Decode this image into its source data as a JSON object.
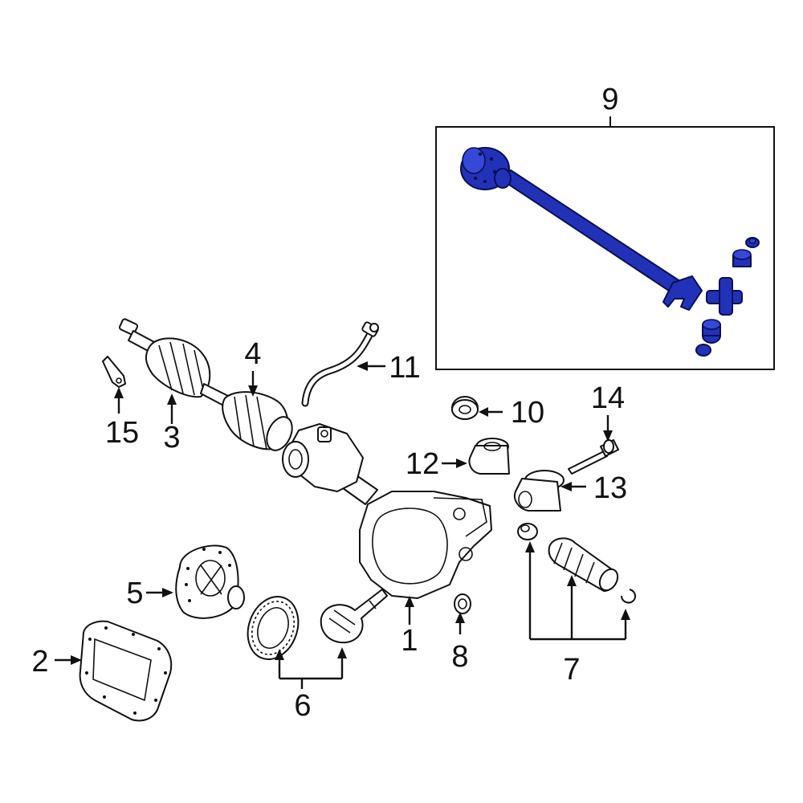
{
  "diagram": {
    "callouts": {
      "c1": "1",
      "c2": "2",
      "c3": "3",
      "c4": "4",
      "c5": "5",
      "c6": "6",
      "c7": "7",
      "c8": "8",
      "c9": "9",
      "c10": "10",
      "c11": "11",
      "c12": "12",
      "c13": "13",
      "c14": "14",
      "c15": "15"
    },
    "colors": {
      "highlight": "#2232b8",
      "line": "#111111",
      "background": "#ffffff"
    }
  }
}
